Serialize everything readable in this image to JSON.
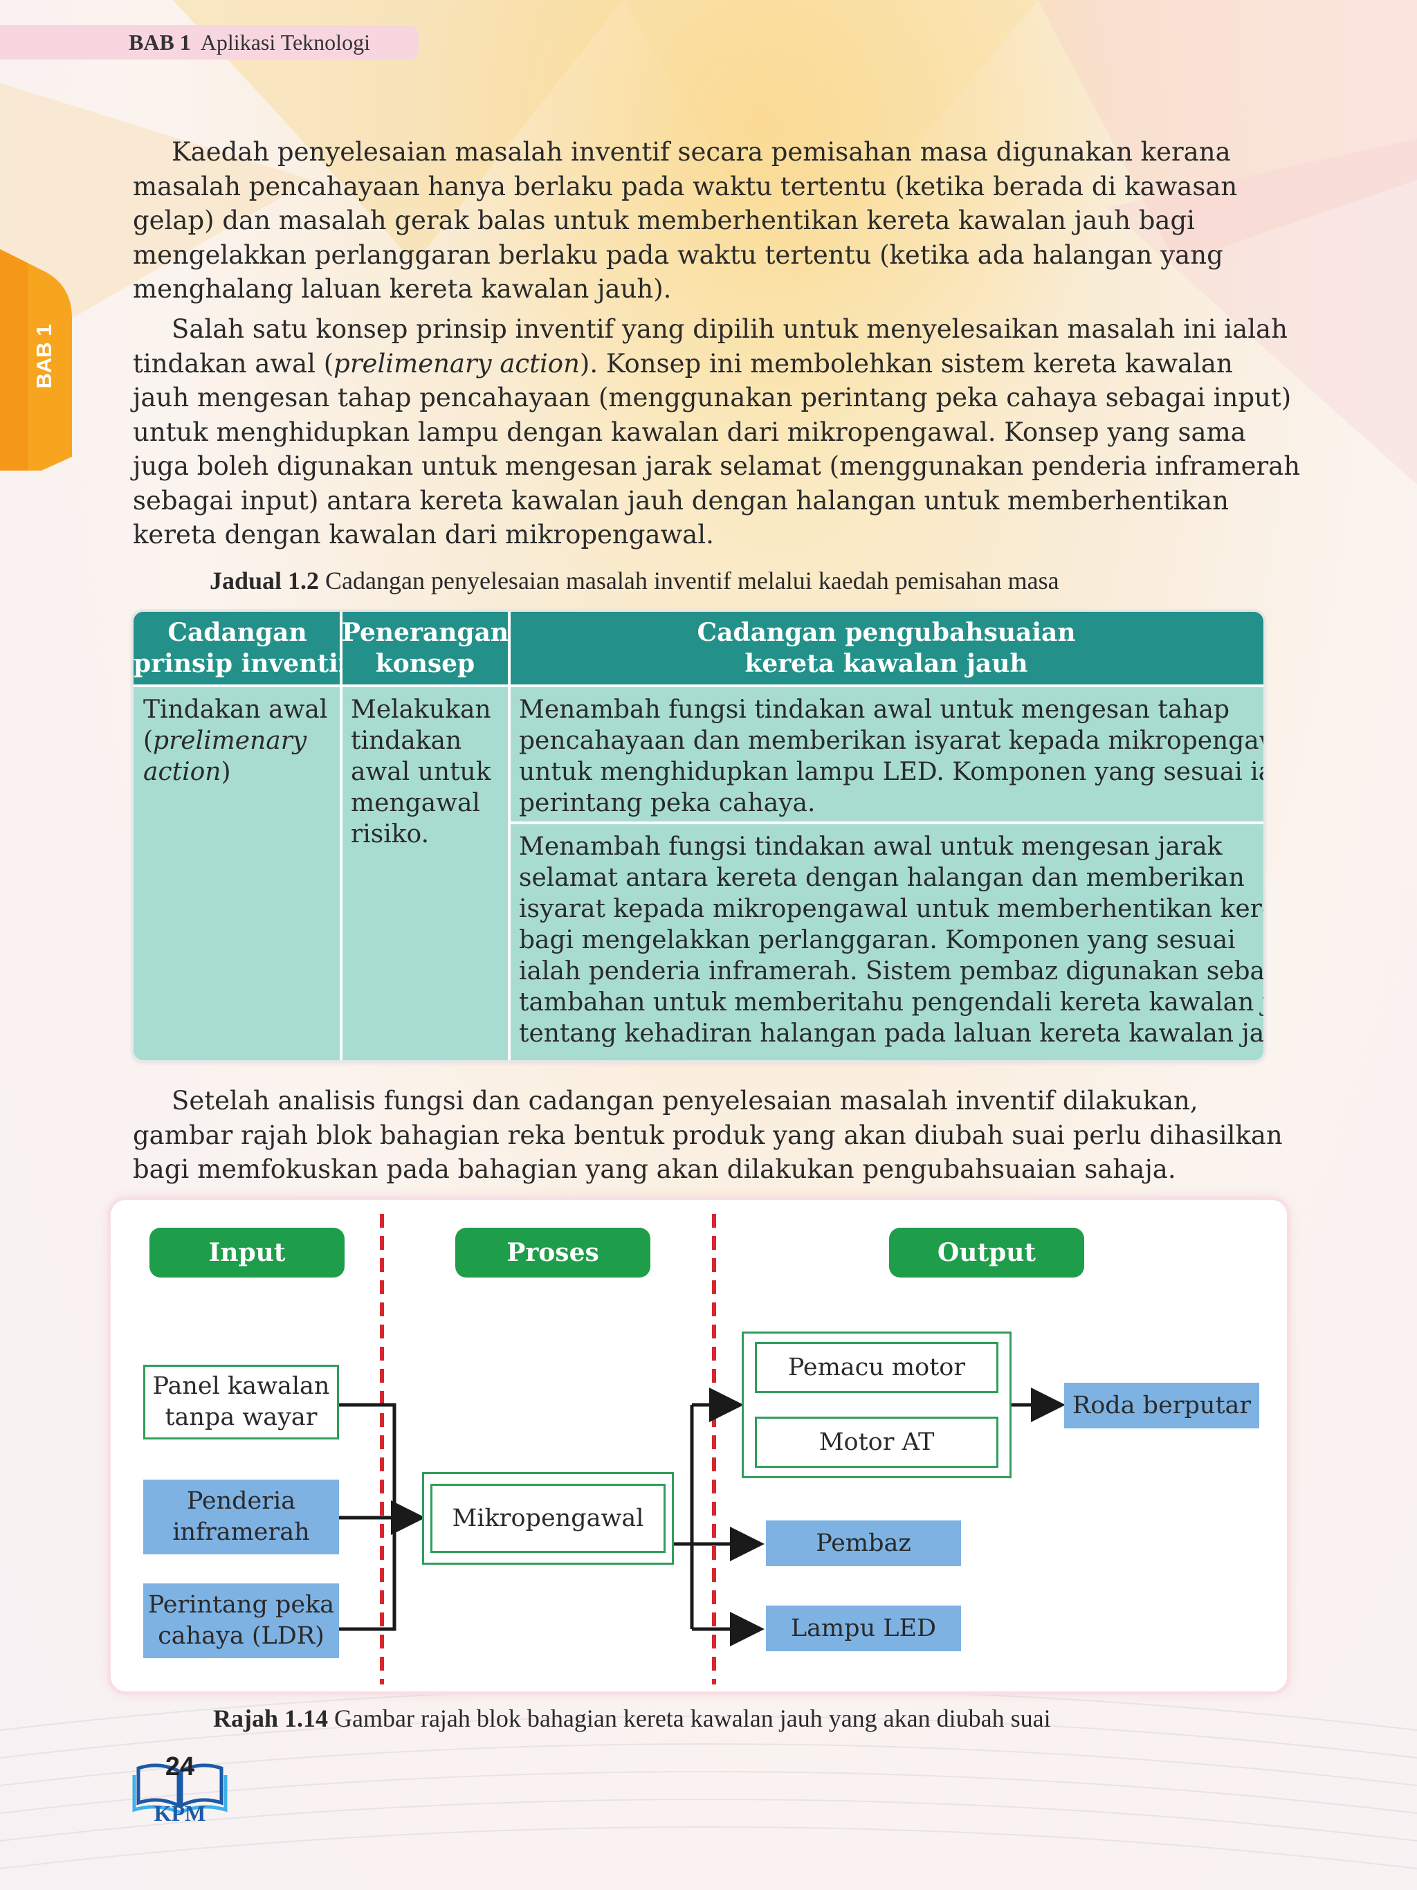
{
  "header": {
    "chapter": "BAB 1",
    "title": "Aplikasi Teknologi"
  },
  "side_tab": {
    "label": "BAB 1"
  },
  "paragraphs": [
    {
      "lines": [
        "Kaedah penyelesaian masalah inventif secara pemisahan masa digunakan kerana",
        "masalah pencahayaan hanya berlaku pada waktu tertentu (ketika berada di kawasan",
        "gelap) dan masalah gerak balas untuk memberhentikan kereta kawalan jauh bagi",
        "mengelakkan perlanggaran berlaku pada waktu tertentu (ketika ada halangan yang",
        "menghalang laluan kereta kawalan jauh)."
      ]
    },
    {
      "line1_before": "Salah satu konsep prinsip inventif yang dipilih untuk menyelesaikan masalah ini ialah",
      "line2_before": "tindakan awal (",
      "line2_italic": "prelimenary action",
      "line2_after": "). Konsep ini membolehkan sistem kereta kawalan",
      "lines_rest": [
        "jauh mengesan tahap pencahayaan (menggunakan perintang peka cahaya sebagai input)",
        "untuk menghidupkan lampu dengan kawalan dari mikropengawal. Konsep yang sama",
        "juga boleh digunakan untuk mengesan jarak selamat (menggunakan penderia inframerah",
        "sebagai input) antara kereta kawalan jauh dengan halangan untuk memberhentikan",
        "kereta dengan kawalan dari mikropengawal."
      ]
    },
    {
      "lines": [
        "Setelah analisis fungsi dan cadangan penyelesaian masalah inventif dilakukan,",
        "gambar rajah blok bahagian reka bentuk produk yang akan diubah suai perlu dihasilkan",
        "bagi memfokuskan pada bahagian yang akan dilakukan pengubahsuaian sahaja."
      ]
    }
  ],
  "table_caption": {
    "label": "Jadual 1.2",
    "text": "Cadangan penyelesaian masalah inventif melalui kaedah pemisahan masa"
  },
  "table": {
    "headers": [
      [
        "Cadangan",
        "prinsip inventif"
      ],
      [
        "Penerangan",
        "konsep"
      ],
      [
        "Cadangan pengubahsuaian",
        "kereta kawalan jauh"
      ]
    ],
    "col1": {
      "line1": "Tindakan awal",
      "line2_open": "(",
      "line2_italic": "prelimenary",
      "line3_italic": "action",
      "line3_close": ")"
    },
    "col2": [
      "Melakukan",
      "tindakan",
      "awal untuk",
      "mengawal",
      "risiko."
    ],
    "col3": [
      [
        "Menambah fungsi tindakan awal untuk mengesan tahap",
        "pencahayaan dan memberikan isyarat kepada mikropengawal",
        "untuk menghidupkan lampu LED. Komponen yang sesuai ialah",
        "perintang peka cahaya."
      ],
      [
        "Menambah fungsi tindakan awal untuk mengesan jarak",
        "selamat antara kereta dengan halangan dan memberikan",
        "isyarat kepada mikropengawal untuk memberhentikan kereta",
        "bagi mengelakkan perlanggaran. Komponen yang sesuai",
        "ialah penderia inframerah. Sistem pembaz digunakan sebagai",
        "tambahan untuk memberitahu pengendali kereta kawalan jauh",
        "tentang kehadiran halangan pada laluan kereta kawalan jauh."
      ]
    ]
  },
  "diagram": {
    "section_labels": [
      "Input",
      "Proses",
      "Output"
    ],
    "inputs": [
      [
        "Panel kawalan",
        "tanpa wayar"
      ],
      [
        "Penderia",
        "inframerah"
      ],
      [
        "Perintang peka",
        "cahaya (LDR)"
      ]
    ],
    "process": "Mikropengawal",
    "output_group": [
      "Pemacu motor",
      "Motor AT"
    ],
    "outputs": [
      "Roda berputar",
      "Pembaz",
      "Lampu LED"
    ],
    "colors": {
      "label_green": "#1e9e4a",
      "box_blue": "#7eb2e3",
      "box_border_green": "#2f9e5a",
      "divider_red": "#d8262e"
    }
  },
  "figure_caption": {
    "label": "Rajah 1.14",
    "text": "Gambar rajah blok bahagian kereta kawalan jauh yang akan diubah suai"
  },
  "footer": {
    "page_number": "24",
    "publisher": "KPM",
    "icon": "open-book-icon"
  }
}
